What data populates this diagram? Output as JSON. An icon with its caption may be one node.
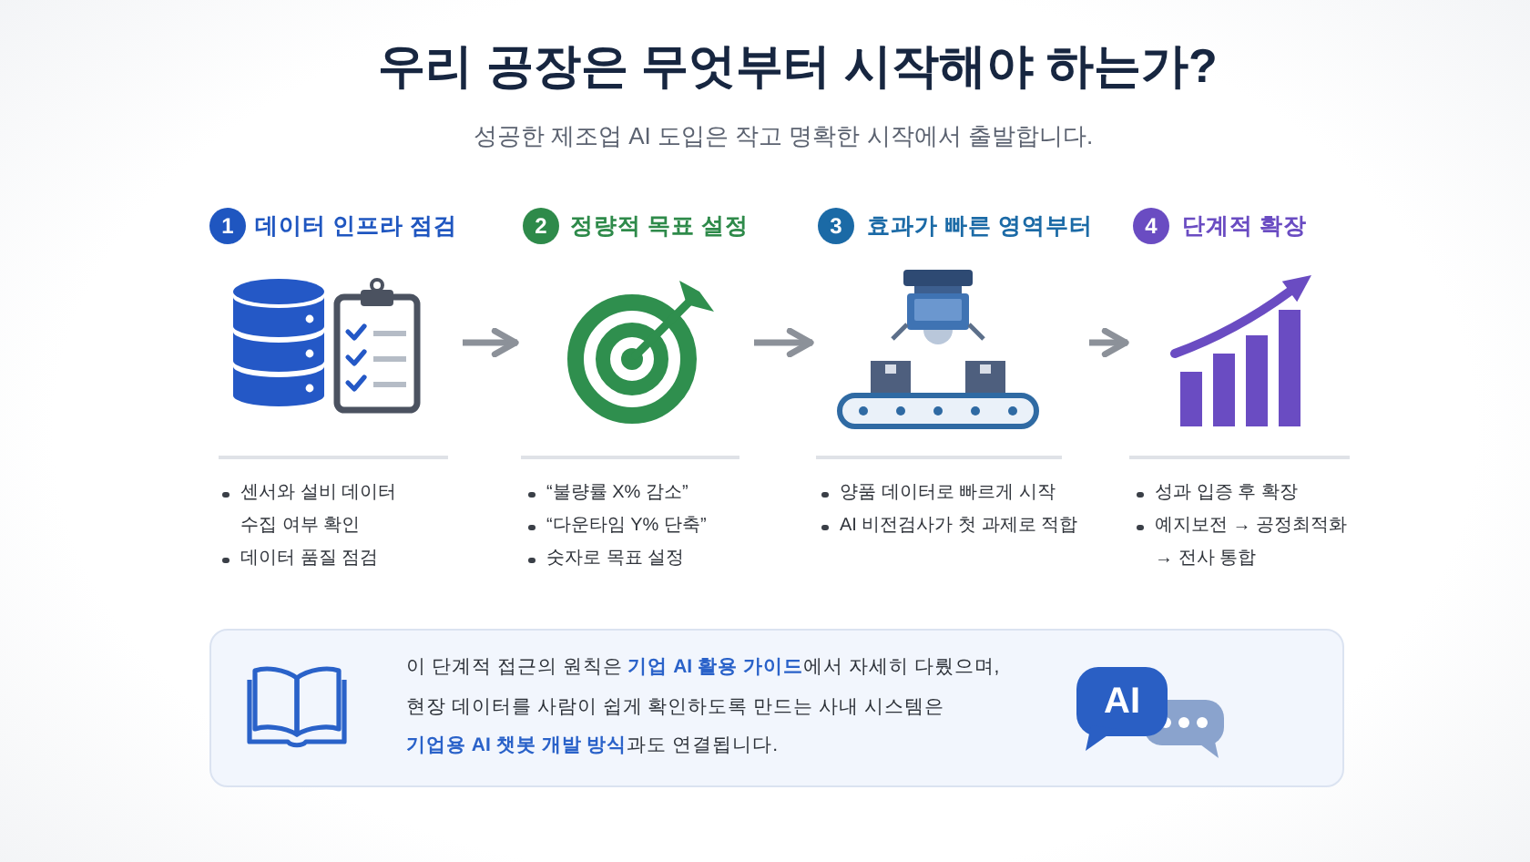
{
  "diagram": {
    "title": "우리 공장은 무엇부터 시작해야 하는가?",
    "nodes": [
      {
        "text": [
          "데이터 인프라 점검",
          "센서와 설비 데이터 수집 여부 확인",
          "데이터 품질 점검"
        ]
      },
      {
        "text": [
          "1"
        ],
        "in": 0
      },
      {
        "text": [
          "정량적 목표 설정",
          "“불량률 X% 감소”",
          "“다운타임 Y% 단축”",
          "숫자로 목표 설정"
        ]
      },
      {
        "text": [
          "2"
        ],
        "in": 2
      },
      {
        "text": [
          "효과가 빠른 영역부터",
          "양품 데이터로 빠르게 시작",
          "AI 비전검사가 첫 과제로 적합"
        ]
      },
      {
        "text": [
          "3"
        ],
        "in": 4
      },
      {
        "text": [
          "단계적 확장",
          "성과 입증 후 확장",
          "예지보전 → 공정최적화 → 전사 통합"
        ]
      },
      {
        "text": [
          "4"
        ],
        "in": 6
      },
      {
        "text": [
          "이 단계적 접근의 원칙은 **기업 AI 활용 가이드**에서 자세히 다뤘으며, 현장 데이터를 사람이 쉽게 확인하도록 만드는 사내 시스템은 **기업용 AI 챗봇 개발 방식**과도 연결됩니다."
        ]
      },
      {
        "text": [
          "AI"
        ],
        "in": 8
      }
    ],
    "edges": [
      {
        "from": 0,
        "to": 2,
        "arrow": "to"
      },
      {
        "from": 2,
        "to": 4,
        "arrow": "to"
      },
      {
        "from": 4,
        "to": 6,
        "arrow": "to"
      }
    ],
    "labels": [
      "성공한 제조업 AI 도입은 작고 명확한 시작에서 출발합니다."
    ]
  }
}
